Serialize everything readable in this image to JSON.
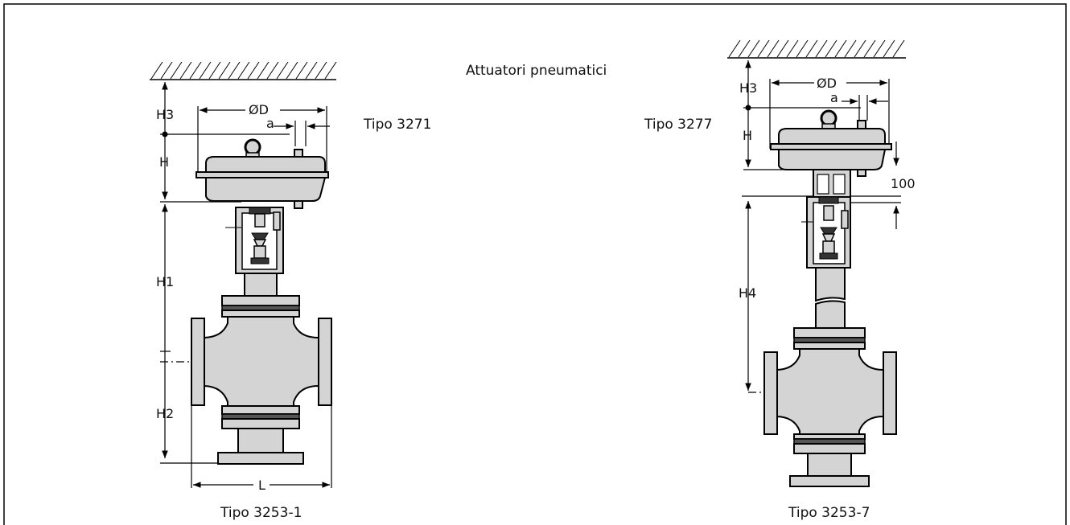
{
  "title": "Attuatori pneumatici",
  "left_unit": {
    "actuator_label": "Tipo 3271",
    "valve_label": "Tipo 3253-1",
    "dims": {
      "h3": "H3",
      "h": "H",
      "h1": "H1",
      "h2": "H2",
      "l": "L",
      "od": "ØD",
      "a": "a"
    }
  },
  "right_unit": {
    "actuator_label": "Tipo 3277",
    "valve_label": "Tipo 3253-7",
    "dims": {
      "h3": "H3",
      "h": "H",
      "h4": "H4",
      "od": "ØD",
      "a": "a",
      "yoke": "100"
    }
  }
}
